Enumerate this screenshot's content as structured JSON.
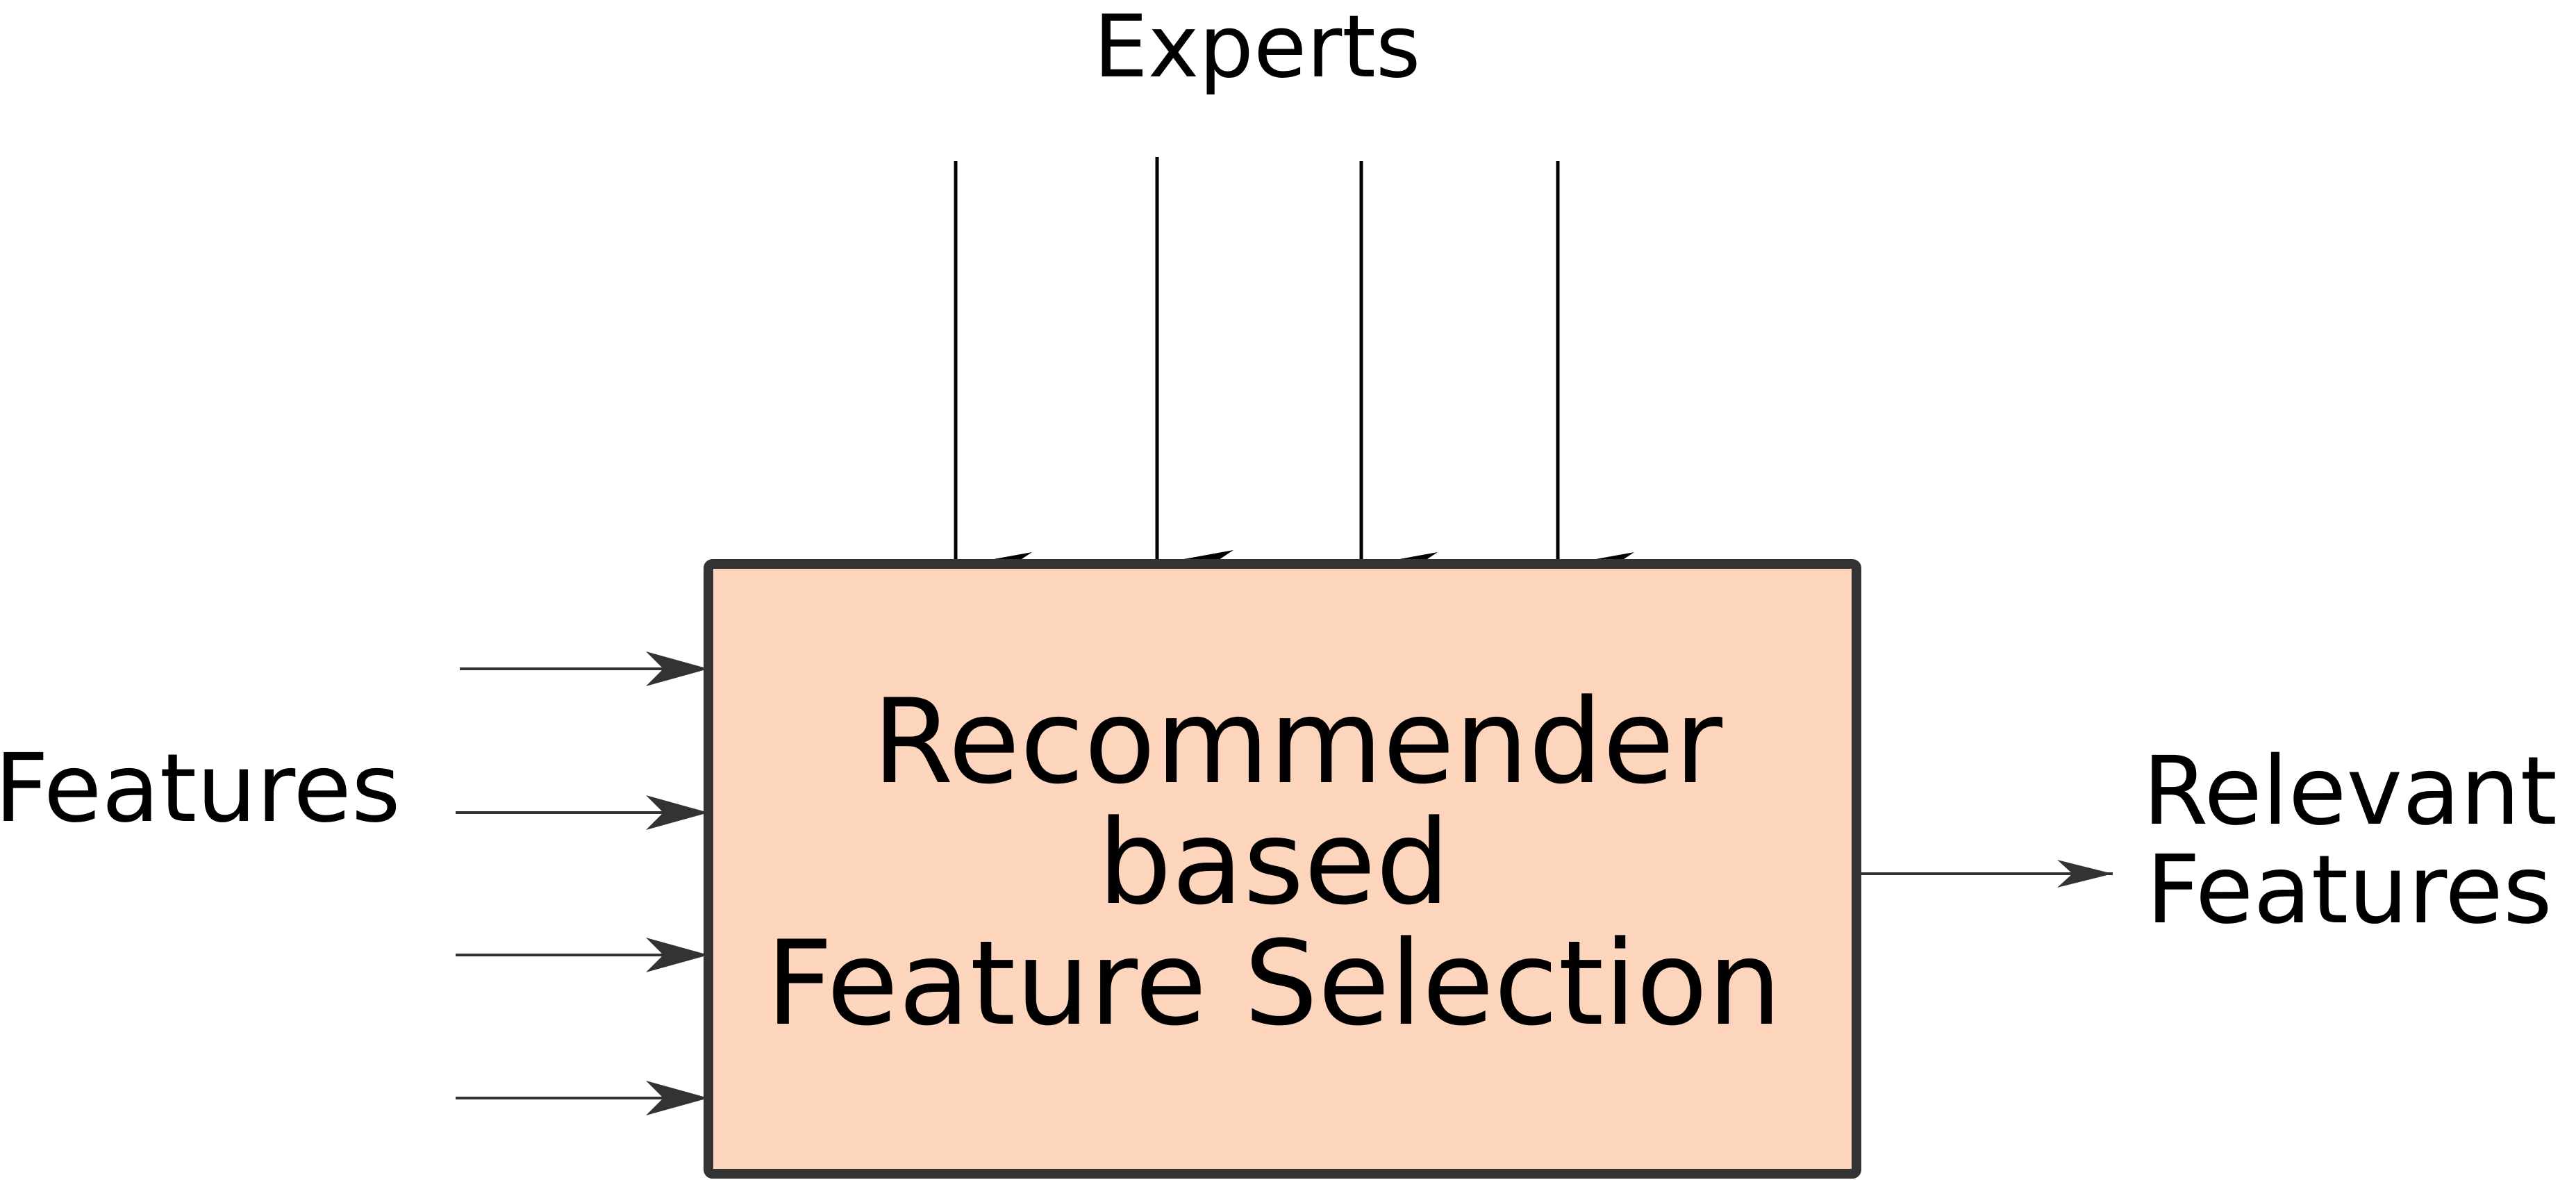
{
  "title": "Experts",
  "inputs_label": "Features",
  "box": {
    "lines": [
      "Recommender",
      "based",
      "Feature Selection"
    ]
  },
  "output": {
    "lines": [
      "Relevant",
      "Features"
    ]
  },
  "colors": {
    "box_fill": "#FDD5BD",
    "box_stroke": "#333333",
    "expert_arrow": "#000000",
    "feature_arrow": "#333333",
    "text": "#000000"
  },
  "expert_arrow_count": 4,
  "feature_arrow_count": 4
}
